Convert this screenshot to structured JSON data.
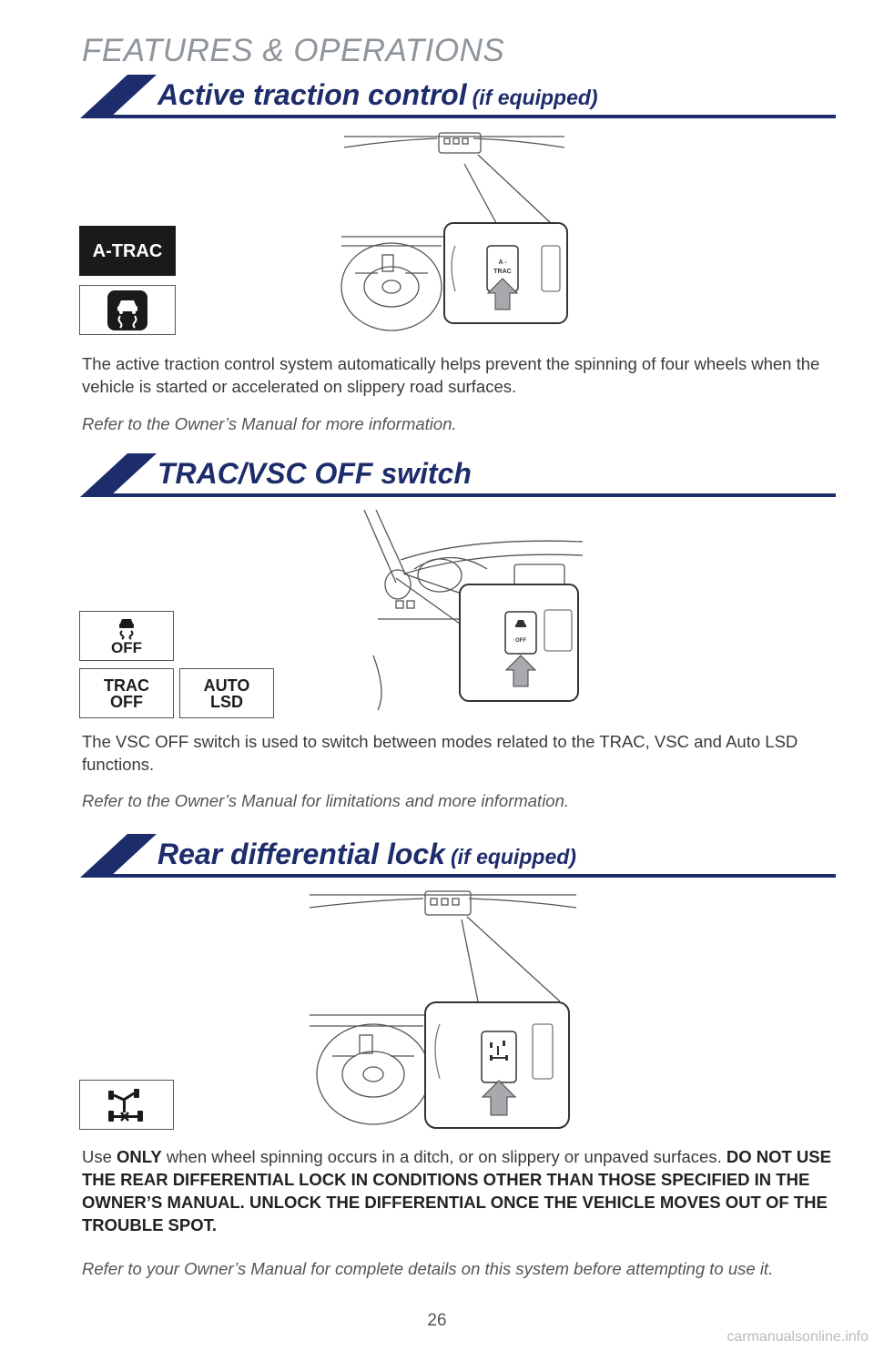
{
  "header": {
    "title": "FEATURES & OPERATIONS"
  },
  "section1": {
    "title": "Active traction control",
    "title_suffix": "(if equipped)",
    "icon_badge": "A-TRAC",
    "button_label": "A-TRAC",
    "body": "The active traction control system automatically helps prevent the spinning of four wheels when the vehicle is started or accelerated on slippery road surfaces.",
    "note": "Refer to the Owner’s Manual for more information."
  },
  "section2": {
    "title": "TRAC/VSC OFF switch",
    "icon_off_label": "OFF",
    "icon_trac_off": "TRAC OFF",
    "icon_auto_lsd": "AUTO LSD",
    "button_label": "OFF",
    "body": "The VSC OFF switch is used to switch between modes related to the TRAC, VSC and Auto LSD functions.",
    "note": "Refer to the Owner’s Manual for limitations and more information."
  },
  "section3": {
    "title": "Rear differential lock",
    "title_suffix": "(if equipped)",
    "body_prefix": "Use ",
    "body_only": "ONLY",
    "body_middle": " when wheel spinning occurs in a ditch, or on slippery or unpaved surfaces. ",
    "body_warning": "DO NOT USE THE REAR DIFFERENTIAL LOCK IN CONDITIONS OTHER THAN THOSE SPECIFIED IN THE OWNER’S MANUAL. UNLOCK THE DIFFERENTIAL ONCE THE VEHICLE MOVES OUT OF THE TROUBLE SPOT.",
    "note": "Refer to your Owner’s Manual for complete details on this system before attempting to use it."
  },
  "footer": {
    "page_number": "26",
    "watermark": "carmanualsonline.info"
  },
  "colors": {
    "brand_blue": "#1d2c6b",
    "header_gray": "#8e959c",
    "arrow_gray": "#a7a9ac"
  }
}
